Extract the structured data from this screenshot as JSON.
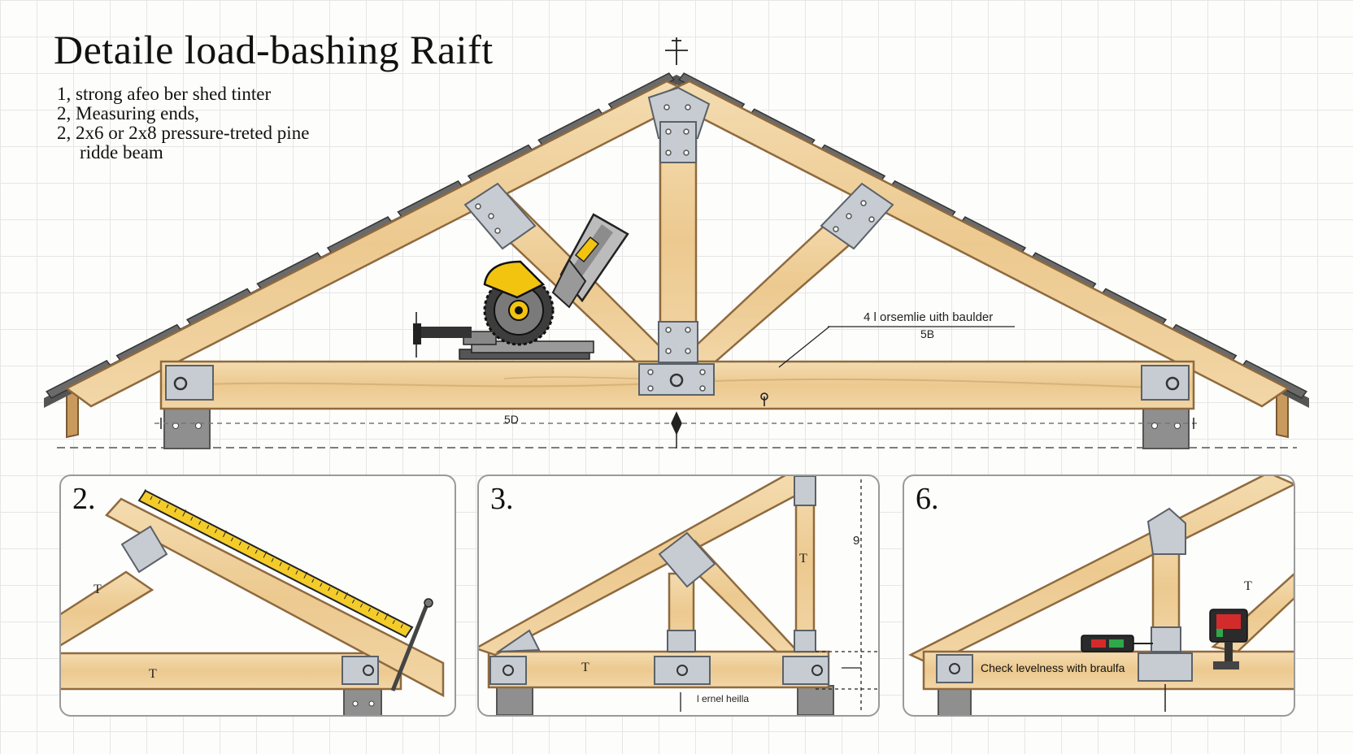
{
  "title": "Detaile load-bashing Raift",
  "steps": [
    {
      "text": "1, strong afeo ber  shed tinter"
    },
    {
      "text": "2, Measuring  ends,"
    },
    {
      "text": "2, 2x6 or 2x8 pressure-treted pine"
    },
    {
      "text": "ridde beam"
    }
  ],
  "main_truss": {
    "callout_line1": "4 l orsemlie uith baulder",
    "callout_line2": "5B",
    "span_label": "5D"
  },
  "panels": [
    {
      "number": "2."
    },
    {
      "number": "3.",
      "dim_label": "9",
      "bottom_label": "l   ernel  heilla"
    },
    {
      "number": "6.",
      "caption": "Check levelness with braulfa"
    }
  ],
  "colors": {
    "wood": "#efd2a0",
    "wood_edge": "#9a7447",
    "plate": "#c6ccd2",
    "shingle": "#5e5e5e",
    "saw_yellow": "#f2c40f",
    "ruler_yellow": "#f4cc2a",
    "level_green": "#2fa84a",
    "level_red": "#d32b2b"
  },
  "icons": [
    "circular-saw-icon",
    "measuring-tape-icon",
    "spirit-level-icon",
    "multimeter-icon",
    "crosshair-icon"
  ]
}
